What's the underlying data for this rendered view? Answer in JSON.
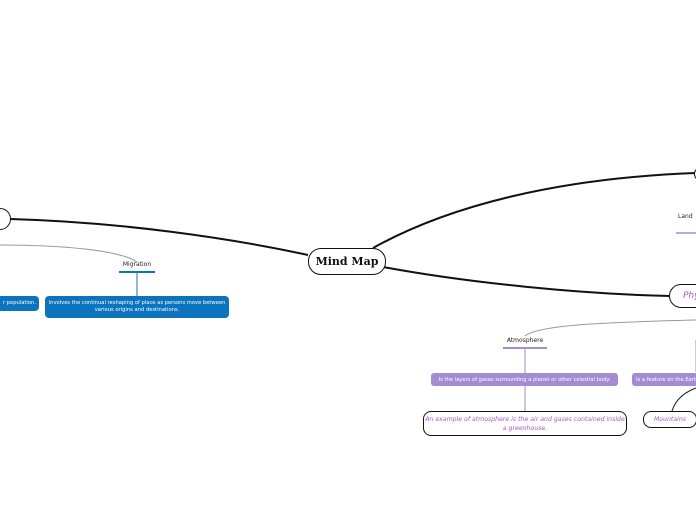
{
  "central": {
    "label": "Mind Map"
  },
  "left_branch": {
    "label": "",
    "migration": {
      "label": "Migration",
      "description": "Involves the continual reshaping of place as persons move between various origins and destinations."
    },
    "population_fragment": "r population."
  },
  "right_top_branch": {
    "land_label": "Land"
  },
  "physical_branch": {
    "label": "Phy",
    "atmosphere": {
      "label": "Atmosphere",
      "definition": "Is the layers of gases surrounding a planet or other celestial body.",
      "example": "An example of atmosphere is the air and gases contained inside a greenhouse."
    },
    "landform": {
      "definition_fragment": "Is a feature on the Eart",
      "mountains": "Mountains"
    }
  },
  "colors": {
    "line": "#111111",
    "blue_accent": "#0c74bd",
    "purple_accent": "#a58bd0",
    "purple_text": "#a55cc0",
    "thin_line": "#999999"
  }
}
